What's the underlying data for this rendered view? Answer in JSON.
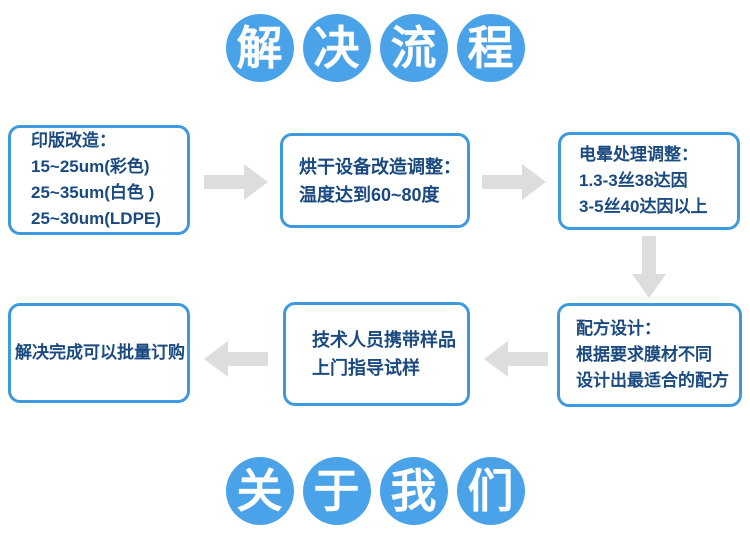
{
  "colors": {
    "circle_blue": "#4AA3E8",
    "box_border_blue": "#3E9ADF",
    "text_navy": "#1A4A80",
    "arrow_gray": "#DDDDDD",
    "background": "#FFFFFF"
  },
  "header": {
    "title": "解决流程",
    "chars": [
      "解",
      "决",
      "流",
      "程"
    ]
  },
  "footer": {
    "title": "关于我们",
    "chars": [
      "关",
      "于",
      "我",
      "们"
    ]
  },
  "flow": {
    "steps": [
      {
        "id": "print-plate-modification",
        "lines": [
          "印版改造：",
          "15~25um(彩色)",
          "25~35um(白色 )",
          "25~30um(LDPE)"
        ]
      },
      {
        "id": "drying-equipment-adjustment",
        "lines": [
          "烘干设备改造调整：",
          "温度达到60~80度"
        ]
      },
      {
        "id": "corona-treatment-adjustment",
        "lines": [
          "电晕处理调整：",
          "1.3-3丝38达因",
          "3-5丝40达因以上"
        ]
      },
      {
        "id": "formula-design",
        "lines": [
          "配方设计：",
          "根据要求膜材不同",
          "设计出最适合的配方"
        ]
      },
      {
        "id": "technician-onsite-trial",
        "lines": [
          "技术人员携带样品",
          "上门指导试样"
        ]
      },
      {
        "id": "bulk-order",
        "lines": [
          "解决完成可以批量订购"
        ]
      }
    ]
  }
}
